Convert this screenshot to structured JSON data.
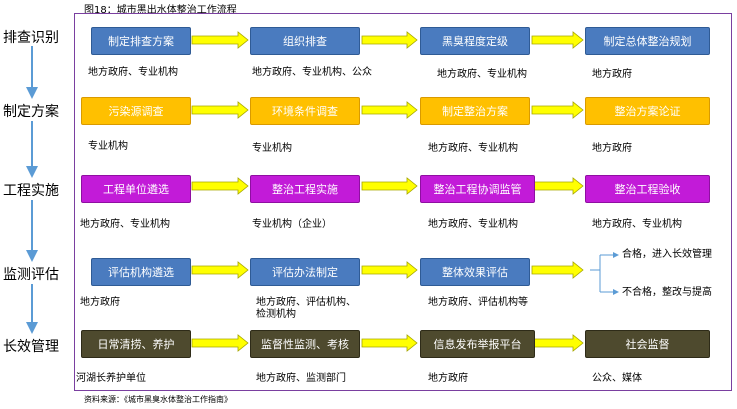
{
  "figure_title": "图18：城市黑出水体整治工作流程",
  "source": "资料来源：《城市黑臭水体整治工作指南》",
  "stages": [
    "排查识别",
    "制定方案",
    "工程实施",
    "监测评估",
    "长效管理"
  ],
  "rows": [
    {
      "boxes": [
        "制定排查方案",
        "组织排查",
        "黑臭程度定级",
        "制定总体整治规划"
      ],
      "actors": [
        "地方政府、专业机构",
        "地方政府、专业机构、公众",
        "地方政府、专业机构",
        "地方政府"
      ]
    },
    {
      "boxes": [
        "污染源调查",
        "环境条件调查",
        "制定整治方案",
        "整治方案论证"
      ],
      "actors": [
        "专业机构",
        "专业机构",
        "地方政府、专业机构",
        "地方政府"
      ]
    },
    {
      "boxes": [
        "工程单位遴选",
        "整治工程实施",
        "整治工程协调监管",
        "整治工程验收"
      ],
      "actors": [
        "地方政府、专业机构",
        "专业机构（企业）",
        "地方政府、专业机构",
        "地方政府、专业机构"
      ]
    },
    {
      "boxes": [
        "评估机构遴选",
        "评估办法制定",
        "整体效果评估"
      ],
      "actors": [
        "地方政府",
        "地方政府、评估机构、\n检测机构",
        "地方政府、评估机构等"
      ],
      "outcomes": [
        "合格，进入长效管理",
        "不合格，整改与提高"
      ]
    },
    {
      "boxes": [
        "日常清捞、养护",
        "监督性监测、考核",
        "信息发布举报平台",
        "社会监督"
      ],
      "actors": [
        "河湖长养护单位",
        "地方政府、监测部门",
        "地方政府",
        "公众、媒体"
      ]
    }
  ],
  "colors": {
    "blue": "#4a7bbf",
    "orange": "#ffc000",
    "magenta": "#c21bd8",
    "dark": "#4e4a2e",
    "arrow": "#ffff00",
    "frame": "#7a3fa0",
    "connector": "#5b9bd5"
  }
}
